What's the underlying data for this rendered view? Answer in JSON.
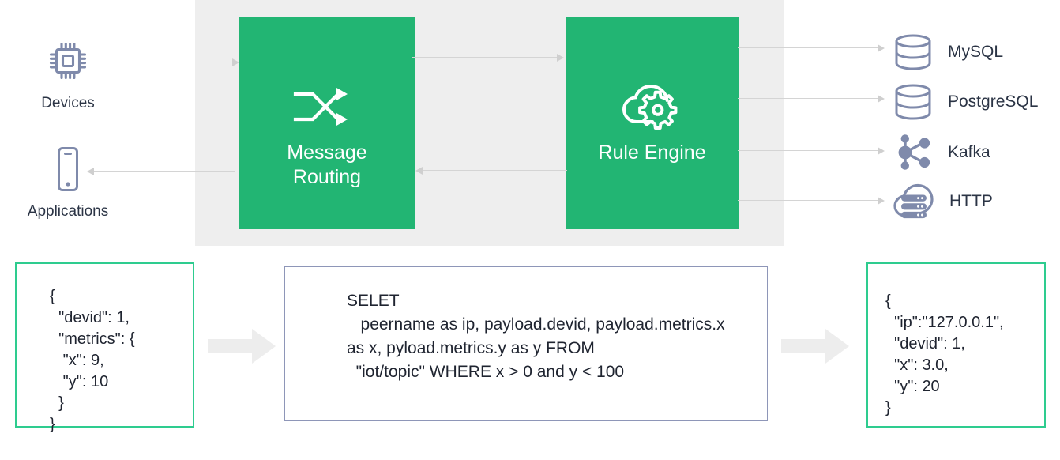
{
  "colors": {
    "green_box": "#22b573",
    "panel_gray": "#eeeeee",
    "icon_slate": "#7f8aab",
    "text_dark": "#2b3445",
    "accent_border_green": "#2ecc8f",
    "sql_border": "#8e96b8",
    "arrow_gray": "#d4d4d4",
    "block_arrow": "#ededed"
  },
  "sources": [
    {
      "id": "devices",
      "label": "Devices",
      "icon": "chip-icon"
    },
    {
      "id": "applications",
      "label": "Applications",
      "icon": "mobile-phone-icon"
    }
  ],
  "process_boxes": [
    {
      "id": "message-routing",
      "label_line1": "Message",
      "label_line2": "Routing",
      "icon": "shuffle-routing-icon"
    },
    {
      "id": "rule-engine",
      "label_line1": "Rule Engine",
      "label_line2": "",
      "icon": "cloud-gear-icon"
    }
  ],
  "sinks": [
    {
      "id": "mysql",
      "label": "MySQL",
      "icon": "database-cylinder-icon"
    },
    {
      "id": "postgresql",
      "label": "PostgreSQL",
      "icon": "database-cylinder-icon"
    },
    {
      "id": "kafka",
      "label": "Kafka",
      "icon": "node-graph-icon"
    },
    {
      "id": "http",
      "label": "HTTP",
      "icon": "cloud-server-icon"
    }
  ],
  "code": {
    "input_json": "{\n  \"devid\": 1,\n  \"metrics\": {\n   \"x\": 9,\n   \"y\": 10\n  }\n}",
    "sql_query": "SELET\n   peername as ip, payload.devid, payload.metrics.x as x, pyload.metrics.y as y FROM\n  \"iot/topic\" WHERE x > 0 and y < 100",
    "output_json": "{\n  \"ip\":\"127.0.0.1\",\n  \"devid\": 1,\n  \"x\": 3.0,\n  \"y\": 20\n}"
  },
  "flow_arrows": [
    {
      "id": "devices-to-routing",
      "direction": "right"
    },
    {
      "id": "rule-engine-to-applications",
      "direction": "left"
    },
    {
      "id": "routing-to-rule-engine",
      "direction": "right"
    },
    {
      "id": "rule-engine-to-routing",
      "direction": "left"
    },
    {
      "id": "rule-engine-to-mysql",
      "direction": "right"
    },
    {
      "id": "rule-engine-to-postgresql",
      "direction": "right"
    },
    {
      "id": "rule-engine-to-kafka",
      "direction": "right"
    },
    {
      "id": "rule-engine-to-http",
      "direction": "right"
    },
    {
      "id": "input-to-sql",
      "direction": "right"
    },
    {
      "id": "sql-to-output",
      "direction": "right"
    }
  ]
}
